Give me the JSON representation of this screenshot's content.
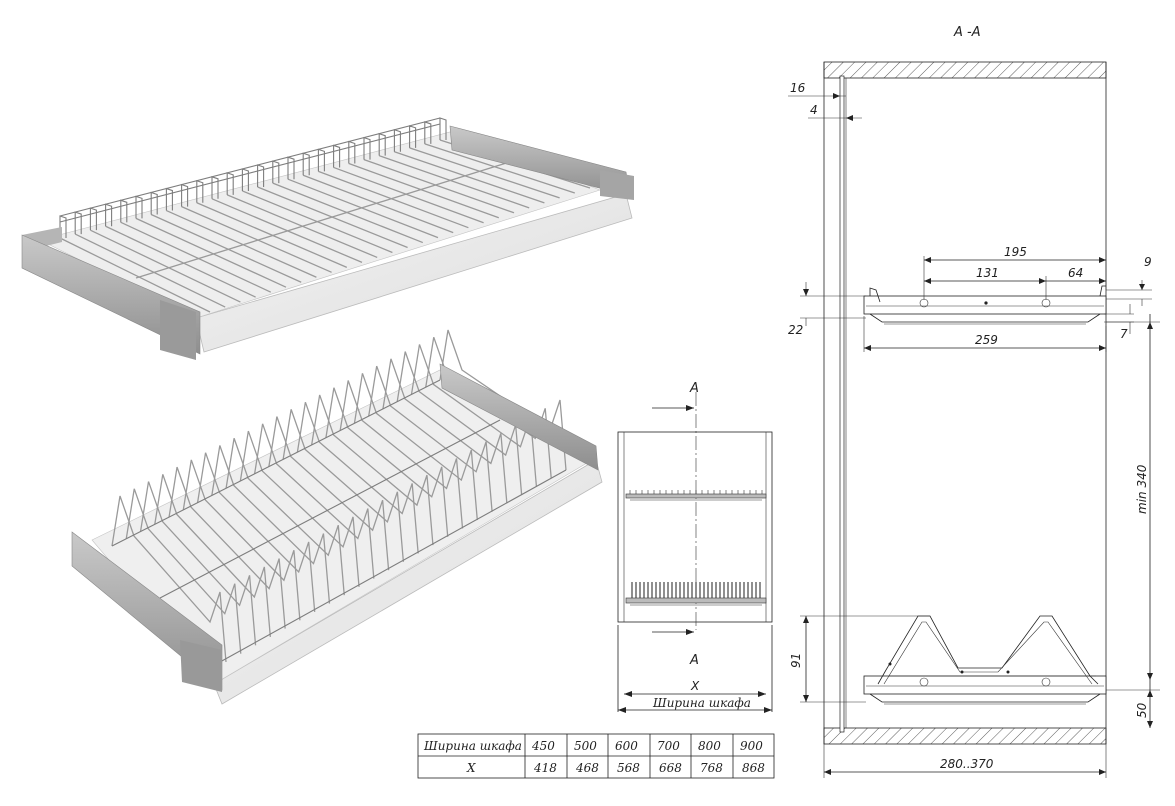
{
  "section": {
    "label": "A -A"
  },
  "section_marks": {
    "top": "A",
    "bottom": "A"
  },
  "dimensions": {
    "d16": "16",
    "d4": "4",
    "d195": "195",
    "d131": "131",
    "d64": "64",
    "d9": "9",
    "d22": "22",
    "d7": "7",
    "d259": "259",
    "dmin340": "min 340",
    "d91": "91",
    "d50": "50",
    "d280_370": "280..370",
    "dx": "X",
    "cabinet_width_caption": "Ширина шкафа"
  },
  "table": {
    "header_label": "Ширина шкафа",
    "row_label": "X",
    "widths": [
      "450",
      "500",
      "600",
      "700",
      "800",
      "900"
    ],
    "x_values": [
      "418",
      "468",
      "568",
      "668",
      "768",
      "868"
    ]
  },
  "colors": {
    "line": "#222222",
    "wire": "#9a9a9a",
    "frame": "#a8a8a8",
    "tray": "#e8e8e8"
  }
}
